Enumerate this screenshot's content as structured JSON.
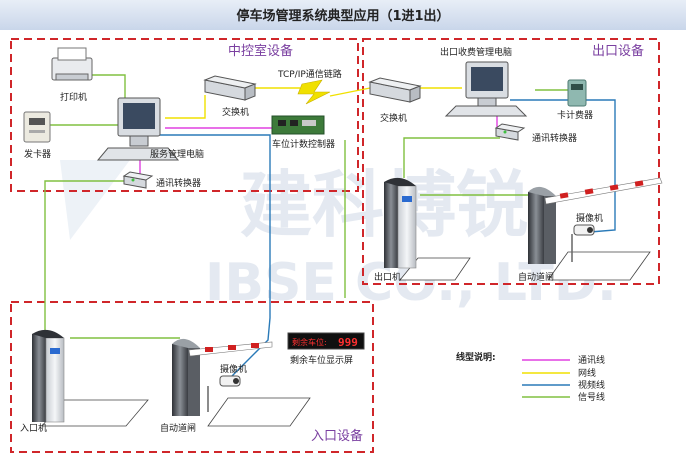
{
  "title": "停车场管理系统典型应用（1进1出）",
  "zones": {
    "control": "中控室设备",
    "exit": "出口设备",
    "entrance": "入口设备"
  },
  "labels": {
    "printer": "打印机",
    "card_issuer": "发卡器",
    "server_pc": "服务管理电脑",
    "switch_left": "交换机",
    "tcp_link": "TCP/IP通信链路",
    "counter_ctrl": "车位计数控制器",
    "converter_left": "通讯转换器",
    "exit_pc": "出口收费管理电脑",
    "switch_right": "交换机",
    "card_meter": "卡计费器",
    "converter_right": "通讯转换器",
    "exit_machine": "出口机",
    "exit_barrier": "自动道闸",
    "exit_camera": "摄像机",
    "entry_machine": "入口机",
    "entry_barrier": "自动道闸",
    "entry_camera": "摄像机",
    "display_caption": "剩余车位显示屏",
    "display_text": "剩余车位:",
    "display_value": "999"
  },
  "legend": {
    "title": "线型说明:",
    "items": [
      {
        "label": "通讯线",
        "color": "#e040e0"
      },
      {
        "label": "网线",
        "color": "#f0e000"
      },
      {
        "label": "视频线",
        "color": "#2a7ab8"
      },
      {
        "label": "信号线",
        "color": "#80c040"
      }
    ]
  },
  "watermark": {
    "cn": "建科博锐",
    "en": "IBSE CO., LTD."
  },
  "colors": {
    "zone_border": "#d0262a",
    "zone_label": "#7a3fa0",
    "comm": "#e040e0",
    "net": "#f0e000",
    "video": "#2a7ab8",
    "signal": "#80c040"
  }
}
